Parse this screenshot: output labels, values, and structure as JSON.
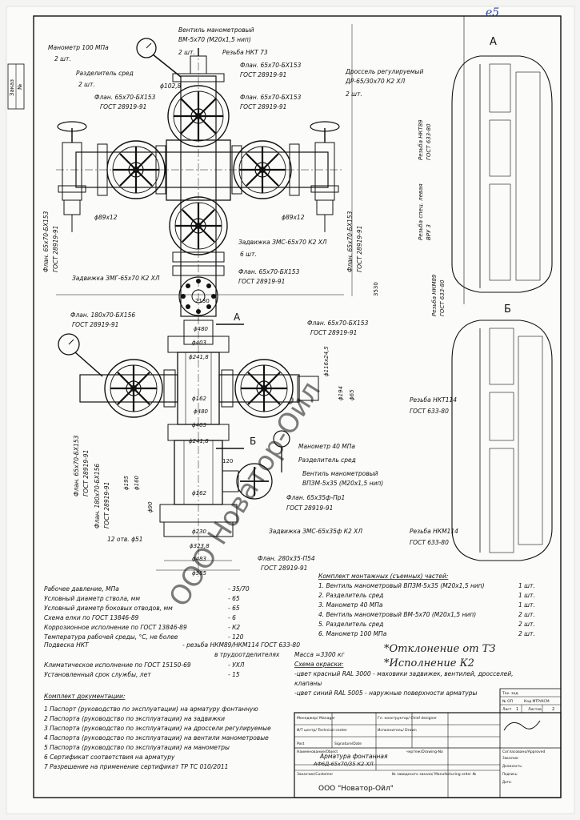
{
  "sheet": {
    "corner_mark": "е5",
    "side_stamp": [
      "Заказ",
      "№"
    ],
    "watermark": "ООО Новатор-Ойл"
  },
  "section_a": {
    "title": "А",
    "labels": [
      "Резьба НКТ89",
      "ГОСТ 633-80",
      "Резьба спец. левая",
      "BPУ 3",
      "Резьба НКМ89",
      "ГОСТ 633-80"
    ]
  },
  "section_b": {
    "title": "Б",
    "labels": [
      "Резьба НКТ114",
      "ГОСТ 633-80",
      "Резьба НКМ114",
      "ГОСТ 633-80"
    ]
  },
  "callouts": {
    "gauge_100": [
      "Манометр 100 МПа",
      "2 шт."
    ],
    "separator_top": [
      "Разделитель сред",
      "2 шт."
    ],
    "valve_top": [
      "Вентиль манометровый",
      "ВМ-5х70 (М20х1,5 нип)"
    ],
    "qty_top": "2 шт.",
    "thread_nkt73": "Резьба НКТ 73",
    "flange_top": [
      "Флан. 65х70-БХ153",
      "ГОСТ 28919-91"
    ],
    "phi_102": "ϕ102,8",
    "choke": [
      "Дроссель регулируемый",
      "ДР-65/30х70 К2 ХЛ",
      "2 шт."
    ],
    "flange_left_upper": [
      "Флан. 65х70-БХ153",
      "ГОСТ 28919-91"
    ],
    "flange_mid_upper": [
      "Флан. 65х70-БХ153",
      "ГОСТ 28919-91"
    ],
    "phi_89_left": "ϕ89х12",
    "phi_89_right": "ϕ89х12",
    "flange_left_vert": [
      "Флан. 65х70-БХ153",
      "ГОСТ 28919-91"
    ],
    "flange_right_vert": [
      "Флан. 65х70-БХ153",
      "ГОСТ 28919-91"
    ],
    "gate_zms": [
      "Задвижка ЗМС-65х70 К2 ХЛ",
      "6 шт."
    ],
    "gate_zmg": "Задвижка ЗМГ-65х70 К2 ХЛ",
    "flange_mid_lower": [
      "Флан. 65х70-БХ153",
      "ГОСТ 28919-91"
    ],
    "dim_2130": "2130",
    "dim_3530": "3530",
    "flange_180": [
      "Флан. 180х70-БХ156",
      "ГОСТ 28919-91"
    ],
    "cut_a": "А",
    "cut_b": "Б",
    "phi_480": "ϕ480",
    "phi_403_a": "ϕ403",
    "phi_241_a": "ϕ241,8",
    "phi_162_a": "ϕ162",
    "phi_480_b": "ϕ480",
    "phi_403_b": "ϕ403",
    "phi_241_b": "ϕ241,8",
    "phi_162_b": "ϕ162",
    "flange_right_mid": [
      "Флан. 65х70-БХ153",
      "ГОСТ 28919-91"
    ],
    "dim_116": "ϕ116х24,5",
    "dim_194": "ϕ194",
    "dim_65": "ϕ65",
    "gauge_40": "Манометр 40 МПа",
    "separator_lower": "Разделитель сред",
    "valve_lower": [
      "Вентиль манометровый",
      "ВПЗМ-5х35 (М20х1,5 нип)"
    ],
    "flange_65_35": [
      "Флан. 65х35ф-Пр1",
      "ГОСТ 28919-91"
    ],
    "flange_left_lower1": [
      "Флан. 65х70-БХ153",
      "ГОСТ 28919-91"
    ],
    "flange_left_lower2": [
      "Флан. 180х70-БХ156",
      "ГОСТ 28919-91"
    ],
    "dim_195": "ϕ195",
    "dim_160": "ϕ160",
    "dim_90": "ϕ90",
    "dim_120": "120",
    "holes": "12 отв. ϕ51",
    "gate_zms_35": "Задвижка ЗМС-65х35ф К2 ХЛ",
    "phi_230": "ϕ230",
    "phi_323": "ϕ323,8",
    "phi_483": "ϕ483",
    "phi_585": "ϕ585",
    "flange_280": [
      "Флан. 280х35-П54",
      "ГОСТ 28919-91"
    ]
  },
  "specs": {
    "rows": [
      {
        "label": "Рабочее давление, МПа",
        "value": "- 35/70"
      },
      {
        "label": "Условный диаметр ствола, мм",
        "value": "- 65"
      },
      {
        "label": "Условный диаметр боковых отводов, мм",
        "value": "- 65"
      },
      {
        "label": "Схема елки по ГОСТ 13846-89",
        "value": "- 6"
      },
      {
        "label": "Коррозионное исполнение по ГОСТ 13846-89",
        "value": "- К2"
      },
      {
        "label": "Температура рабочей среды, °С, не более",
        "value": "- 120"
      },
      {
        "label": "Подвеска НКТ",
        "value": "- резьба НКМ89/НКМ114 ГОСТ 633-80"
      }
    ],
    "hanger_note": "в трудоотделителях",
    "rows2": [
      {
        "label": "Климатическое исполнение по ГОСТ 15150-69",
        "value": "- УХЛ"
      },
      {
        "label": "Установленный срок службы, лет",
        "value": "- 15"
      }
    ]
  },
  "kit": {
    "title": "Комплект монтажных (съемных) частей:",
    "items": [
      {
        "name": "1. Вентиль манометровый ВПЗМ-5х35 (М20х1,5 нип)",
        "qty": "1 шт."
      },
      {
        "name": "2. Разделитель сред",
        "qty": "1 шт."
      },
      {
        "name": "3. Манометр 40 МПа",
        "qty": "1 шт."
      },
      {
        "name": "4. Вентиль манометровый ВМ-5х70 (М20х1,5 нип)",
        "qty": "2 шт."
      },
      {
        "name": "5. Разделитель сред",
        "qty": "2 шт."
      },
      {
        "name": "6. Манометр 100 МПа",
        "qty": "2 шт."
      }
    ]
  },
  "notes": {
    "mass": "Масса ≈3300 кг",
    "paint_title": "Схема окраски:",
    "paint1": "-цвет красный RAL 3000 - маховики задвижек, вентилей, дросселей,",
    "paint1b": "клапаны",
    "paint2": "-цвет синий RAL 5005 - наружные поверхности арматуры",
    "handwritten1": "*Отклонение от ТЗ",
    "handwritten2": "*Исполнение К2"
  },
  "docs": {
    "title": "Комплект документации:",
    "items": [
      "1 Паспорт (руководство по эксплуатации) на арматуру фонтанную",
      "2 Паспорта (руководство по эксплуатации) на задвижки",
      "3 Паспорта (руководство по эксплуатации) на дроссели регулируемые",
      "4 Паспорта (руководство по эксплуатации) на вентили манометровые",
      "5 Паспорта (руководство по эксплуатации) на манометры",
      "6 Сертификат соответствия на арматуру",
      "7 Разрешение на применение сертификат ТР ТС 010/2011"
    ]
  },
  "title_block": {
    "manager": "Менеджер/ Manager",
    "it_center": "И/Т центр/ Technical center",
    "chief_designer": "Гл. конструктор/ Chief designer",
    "executor": "Исполнитель/ Drawn",
    "post": "Post",
    "name_col": "Наименование/Object",
    "signature_col": "Signature/Date",
    "object_name": "Арматура фонтанная",
    "object_code": "АФ6Д-65х70/35 К2 ХЛ",
    "drawing_no": "чертеж/Drawing-No",
    "order_no": "№ заводского заказа/ Manufacturing order №",
    "customer": "Заказчик/Customer",
    "company": "ООО \"Новатор-Ойл\"",
    "approved": "Согласовано/Approved",
    "zakazchik": "Заказчик:",
    "dolzhnost": "Должность:",
    "podpis": "Подпись:",
    "data": "Дата:",
    "techzad": "Тех. зад.",
    "otd": "№ ОП",
    "mtr": "Код МТР/КСМ",
    "list": "Лист",
    "list_val": "1",
    "listov": "Листов",
    "listov_val": "2"
  }
}
